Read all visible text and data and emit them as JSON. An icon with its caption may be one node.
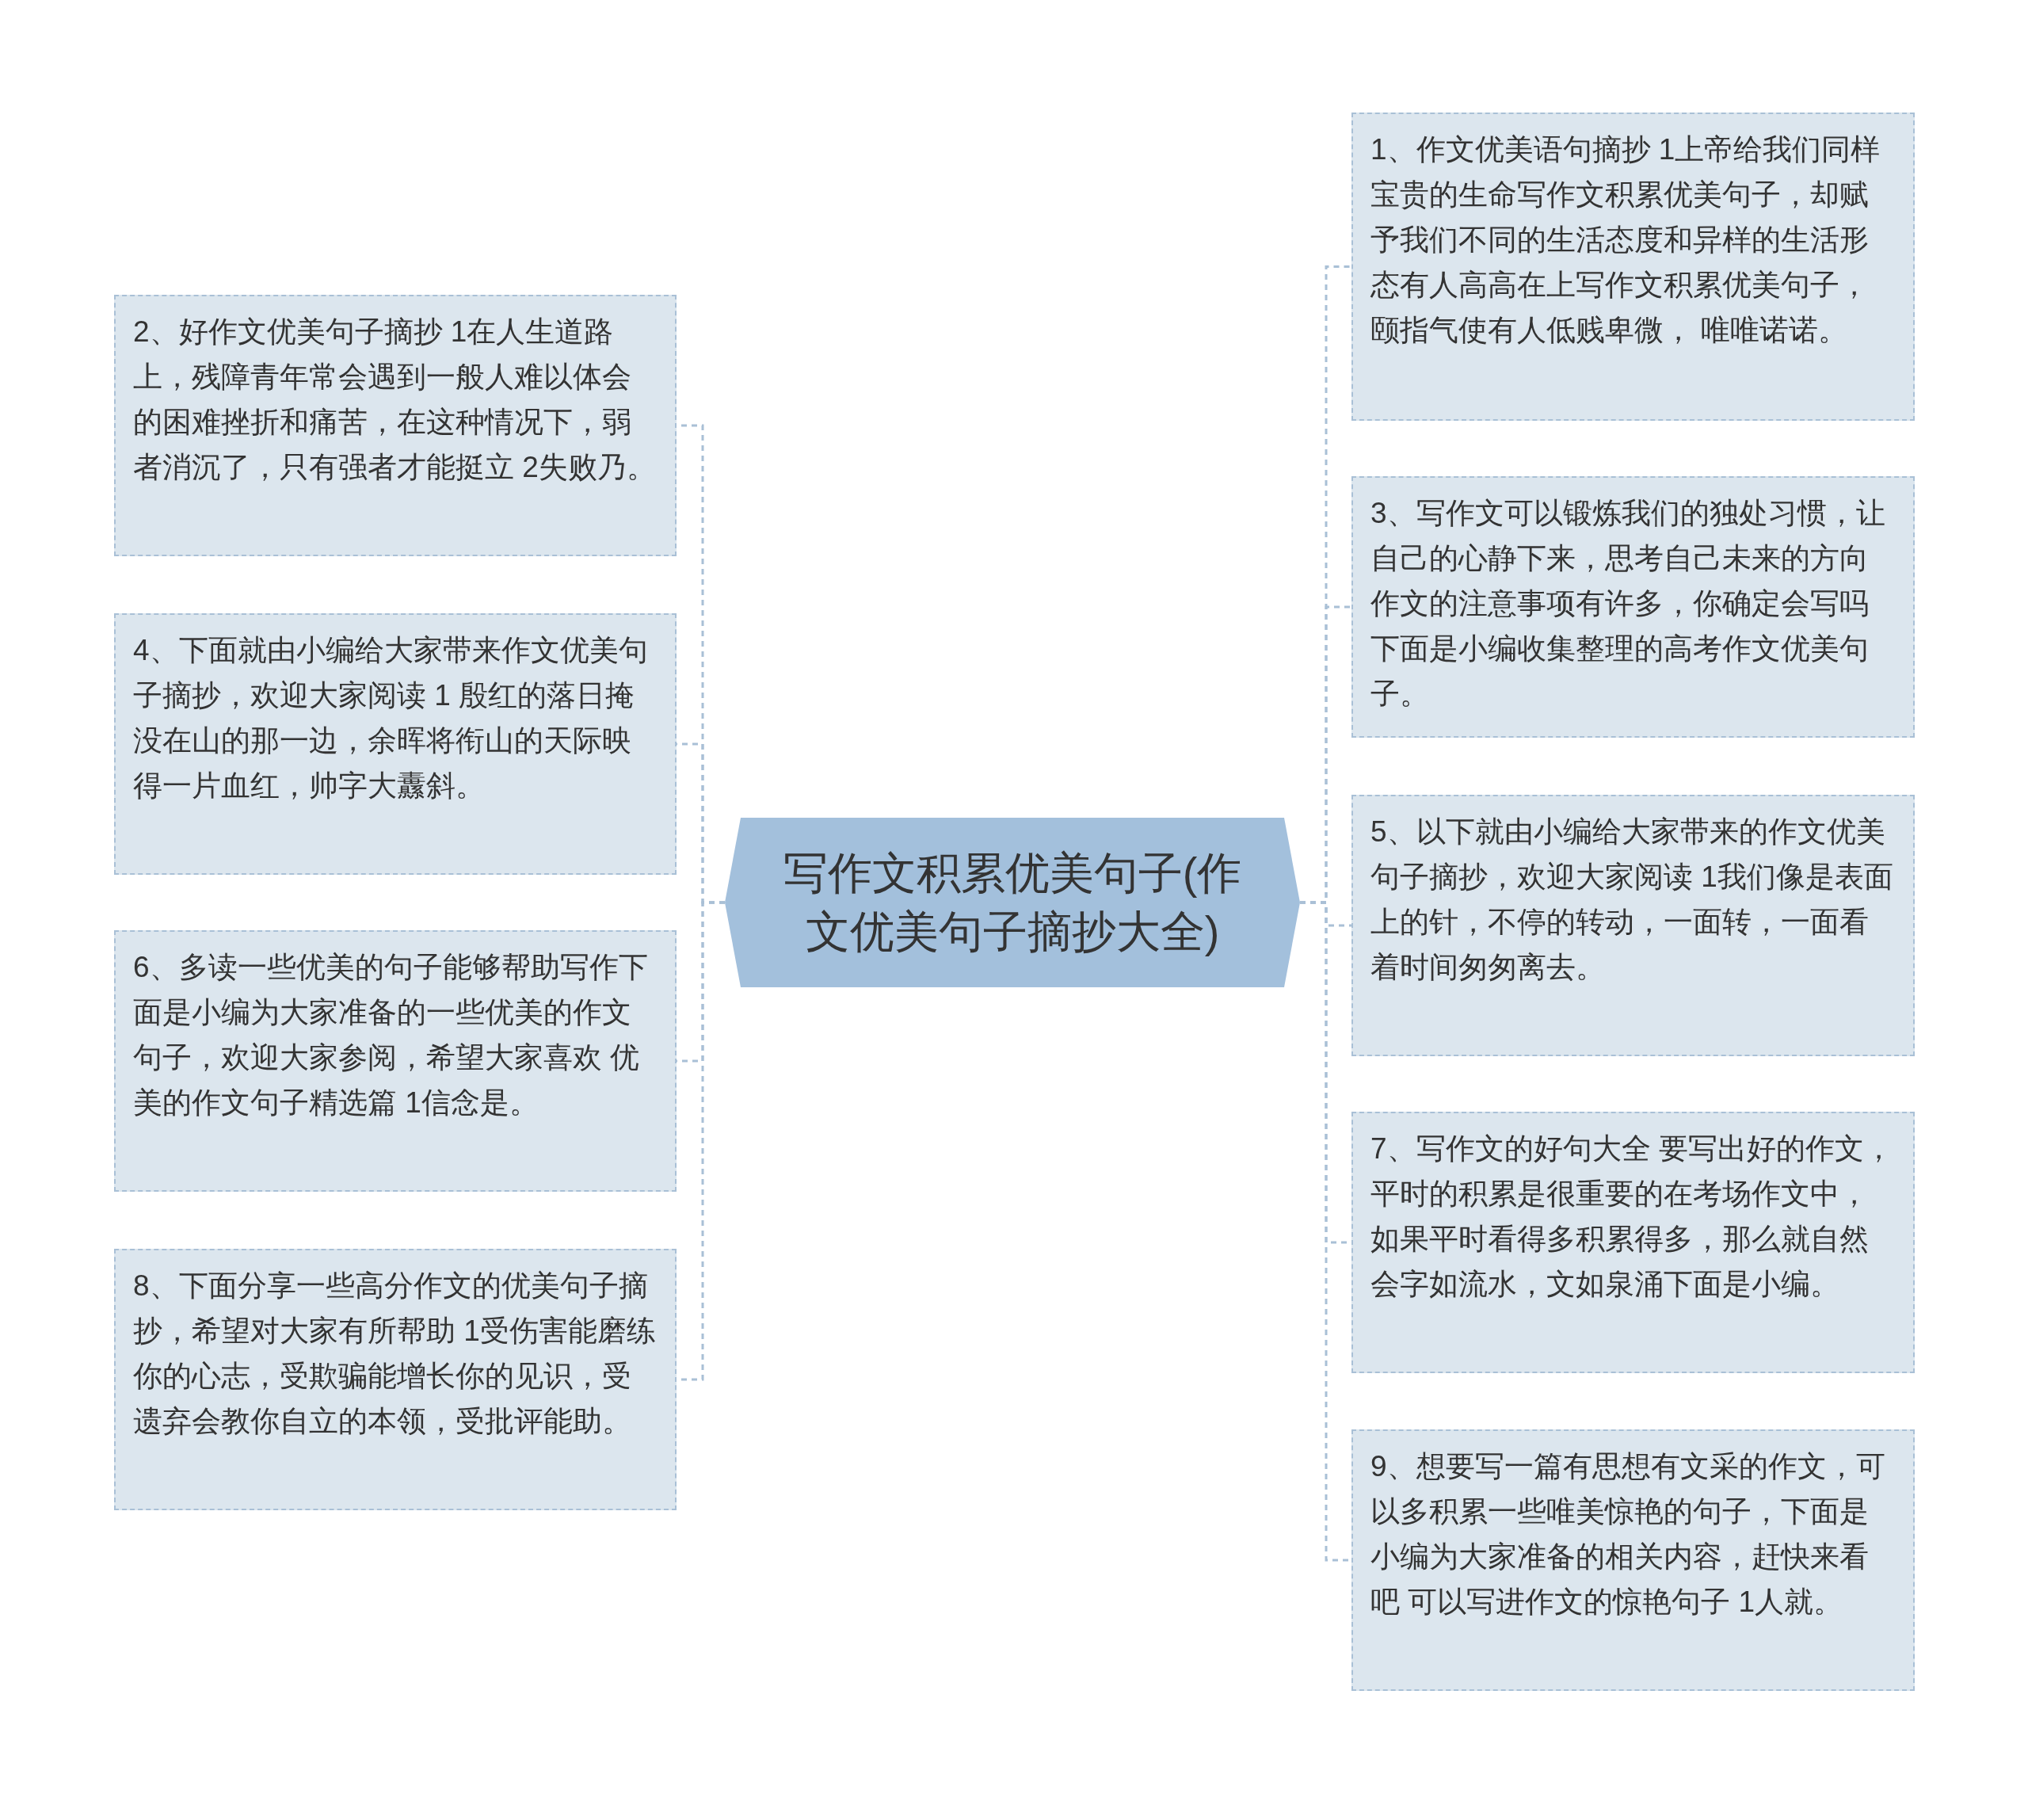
{
  "diagram": {
    "nodes": [
      {
        "text": [
          "写作文积累优美句子(作文优美句子摘抄大全)"
        ]
      },
      {
        "text": [
          "1、作文优美语句摘抄 1上帝给我们同样宝贵的生命写作文积累优美句子，却赋予我们不同的生活态度和异样的生活形态有人高高在上写作文积累优美句子，颐指气使有人低贱卑微， 唯唯诺诺。"
        ]
      },
      {
        "text": [
          "2、好作文优美句子摘抄 1在人生道路上，残障青年常会遇到一般人难以体会的困难挫折和痛苦，在这种情况下，弱者消沉了，只有强者才能挺立 2失败乃。"
        ]
      },
      {
        "text": [
          "3、写作文可以锻炼我们的独处习惯，让自己的心静下来，思考自己未来的方向作文的注意事项有许多，你确定会写吗下面是小编收集整理的高考作文优美句子。"
        ]
      },
      {
        "text": [
          "4、下面就由小编给大家带来作文优美句子摘抄，欢迎大家阅读 1 殷红的落日掩没在山的那一边，余晖将衔山的天际映得一片血红，帅字大纛斜。"
        ]
      },
      {
        "text": [
          "5、以下就由小编给大家带来的作文优美句子摘抄，欢迎大家阅读 1我们像是表面上的针，不停的转动，一面转，一面看着时间匆匆离去。"
        ]
      },
      {
        "text": [
          "6、多读一些优美的句子能够帮助写作下面是小编为大家准备的一些优美的作文句子，欢迎大家参阅，希望大家喜欢 优美的作文句子精选篇 1信念是。"
        ]
      },
      {
        "text": [
          "7、写作文的好句大全 要写出好的作文，平时的积累是很重要的在考场作文中，如果平时看得多积累得多，那么就自然会字如流水，文如泉涌下面是小编。"
        ]
      },
      {
        "text": [
          "8、下面分享一些高分作文的优美句子摘抄，希望对大家有所帮助 1受伤害能磨练你的心志，受欺骗能增长你的见识，受遗弃会教你自立的本领，受批评能助。"
        ]
      },
      {
        "text": [
          "9、想要写一篇有思想有文采的作文，可以多积累一些唯美惊艳的句子，下面是小编为大家准备的相关内容，赶快来看吧 可以写进作文的惊艳句子 1人就。"
        ]
      }
    ],
    "edges": [
      {
        "from": 0,
        "to": 1,
        "arrow": "none"
      },
      {
        "from": 0,
        "to": 2,
        "arrow": "none"
      },
      {
        "from": 0,
        "to": 3,
        "arrow": "none"
      },
      {
        "from": 0,
        "to": 4,
        "arrow": "none"
      },
      {
        "from": 0,
        "to": 5,
        "arrow": "none"
      },
      {
        "from": 0,
        "to": 6,
        "arrow": "none"
      },
      {
        "from": 0,
        "to": 7,
        "arrow": "none"
      },
      {
        "from": 0,
        "to": 8,
        "arrow": "none"
      },
      {
        "from": 0,
        "to": 9,
        "arrow": "none"
      }
    ]
  }
}
